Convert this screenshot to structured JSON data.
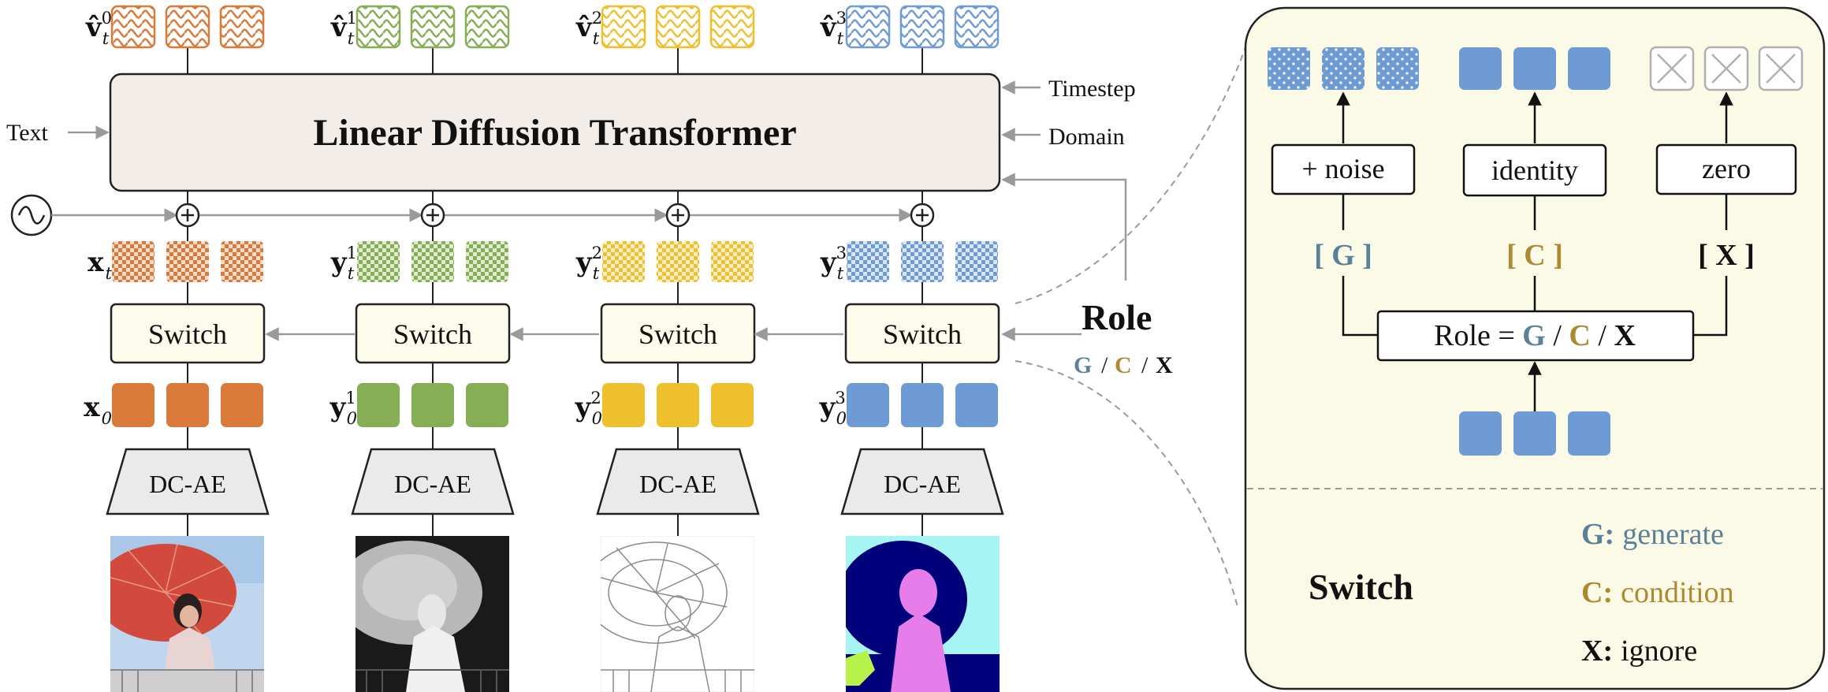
{
  "colors": {
    "orange": "#D97A3A",
    "green": "#86AE55",
    "yellow": "#EFC02E",
    "blue": "#6E9BD3",
    "gray_x": "#B0B0B0",
    "generate": "#5B8197",
    "condition": "#AD8932",
    "ignore": "#111111",
    "transformer_fill": "#F3EDEA",
    "switch_fill": "#FCFBEC",
    "panel_fill": "#FBFAE7",
    "connector": "#9A9A9A"
  },
  "transformer": {
    "title": "Linear Diffusion Transformer",
    "input_left": "Text",
    "input_right_top": "Timestep",
    "input_right_mid": "Domain"
  },
  "v_labels": [
    {
      "base": "v̂",
      "sup": "0",
      "sub": "t"
    },
    {
      "base": "v̂",
      "sup": "1",
      "sub": "t"
    },
    {
      "base": "v̂",
      "sup": "2",
      "sub": "t"
    },
    {
      "base": "v̂",
      "sup": "3",
      "sub": "t"
    }
  ],
  "noisy_labels": [
    {
      "base": "x",
      "sup": "",
      "sub": "t"
    },
    {
      "base": "y",
      "sup": "1",
      "sub": "t"
    },
    {
      "base": "y",
      "sup": "2",
      "sub": "t"
    },
    {
      "base": "y",
      "sup": "3",
      "sub": "t"
    }
  ],
  "clean_labels": [
    {
      "base": "x",
      "sup": "",
      "sub": "0"
    },
    {
      "base": "y",
      "sup": "1",
      "sub": "0"
    },
    {
      "base": "y",
      "sup": "2",
      "sub": "0"
    },
    {
      "base": "y",
      "sup": "3",
      "sub": "0"
    }
  ],
  "switch_label": "Switch",
  "encoder_label": "DC-AE",
  "role": {
    "title": "Role",
    "g": "G",
    "c": "C",
    "x": "X",
    "sep": "/"
  },
  "detail": {
    "noise_box": "+ noise",
    "identity_box": "identity",
    "zero_box": "zero",
    "tag_g": "[ G ]",
    "tag_c": "[ C ]",
    "tag_x": "[ X ]",
    "role_eq_prefix": "Role = ",
    "role_g": "G",
    "role_c": "C",
    "role_x": "X",
    "role_sep": " / "
  },
  "legend": {
    "title": "Switch",
    "g_key": "G:",
    "g_text": "generate",
    "c_key": "C:",
    "c_text": "condition",
    "x_key": "X:",
    "x_text": "ignore"
  }
}
